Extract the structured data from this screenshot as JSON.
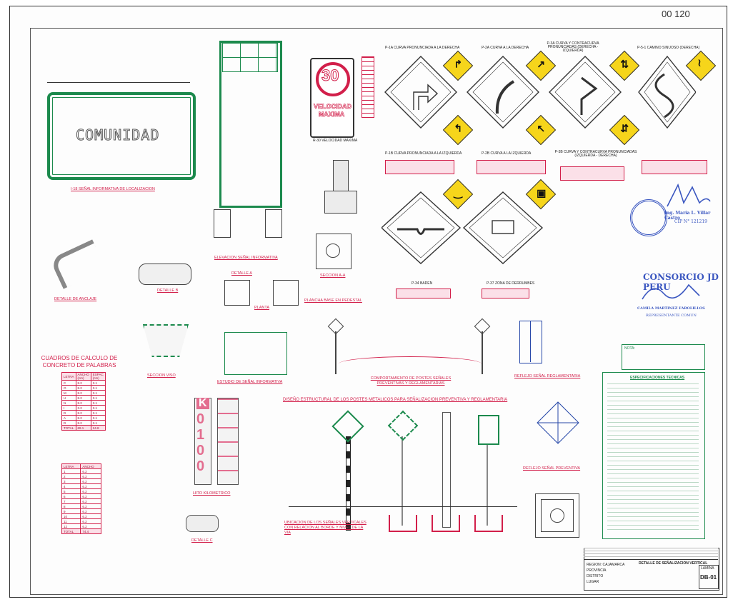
{
  "sheet": {
    "page_stamp": "00 120",
    "sheet_code": "DB-01",
    "lamina_label": "LAMINA",
    "title_block_title": "DETALLE DE SEÑALIZACION VERTICAL",
    "title_block_lines": [
      "REGION: CAJAMARCA",
      "PROVINCIA",
      "DISTRITO",
      "LUGAR"
    ]
  },
  "panels": {
    "i18_sign_text": "COMUNIDAD",
    "i18_caption": "I-18 SEÑAL INFORMATIVA DE LOCALIZACION",
    "speed_number": "30",
    "speed_word": "VELOCIDAD MAXIMA",
    "speed_caption": "R-30 VELOCIDAD MAXIMA",
    "elev_caption": "ELEVACION SEÑAL INFORMATIVA",
    "anclaje_caption": "DETALLE DE ANCLAJE",
    "detalle_b_caption": "DETALLE B",
    "planta_caption": "PLANTA",
    "detalle_a_caption": "DETALLE A",
    "plancha_caption": "PLANCHA BASE EN PEDESTAL",
    "seccion_caption": "SECCION A-A",
    "seccion_viso_caption": "SECCION VISO",
    "estudio_caption": "ESTUDIO DE SEÑAL INFORMATIVA",
    "compt_caption": "COMPORTAMIENTO DE POSTES SEÑALES PREVENTIVAS Y REGLAMENTARIAS",
    "reflejo_regl_caption": "REFLEJO SEÑAL REGLAMENTARIA",
    "reflejo_prev_caption": "REFLEJO SEÑAL PREVENTIVA",
    "diseno_caption": "DISEÑO ESTRUCTURAL DE LOS POSTES METALICOS PARA SEÑALIZACION PREVENTIVA Y REGLAMENTARIA",
    "hito_caption": "HITO KILOMETRICO",
    "hito_k": "K",
    "hito_digits": [
      "0",
      "1",
      "0",
      "0"
    ],
    "detalle_c_caption": "DETALLE C",
    "ubicacion_caption": "UBICACION DE LOS SEÑALES VERTICALES CON RELACION AL BORDE Y NIVEL DE LA VIA",
    "cuadro_title": "CUADROS DE CALCULO DE CONCRETO DE PALABRAS",
    "cuadro_headers": [
      "LETRA",
      "ANCHO (cm)",
      "ESPAC (cm)"
    ],
    "cuadro_rows": [
      [
        "C",
        "8.2",
        "3.1"
      ],
      [
        "O",
        "8.2",
        "3.1"
      ],
      [
        "M",
        "8.2",
        "3.1"
      ],
      [
        "U",
        "8.2",
        "3.1"
      ],
      [
        "N",
        "8.2",
        "3.1"
      ],
      [
        "I",
        "3.2",
        "3.1"
      ],
      [
        "D",
        "8.2",
        "3.1"
      ],
      [
        "A",
        "8.2",
        "3.1"
      ],
      [
        "D",
        "8.2",
        "3.1"
      ],
      [
        "TOTAL",
        "69.1",
        "24.8"
      ]
    ],
    "cuadro2_headers": [
      "LETRA",
      "ANCHO"
    ],
    "cuadro2_rows": [
      [
        "1",
        "6.2"
      ],
      [
        "2",
        "6.2"
      ],
      [
        "3",
        "6.2"
      ],
      [
        "4",
        "6.2"
      ],
      [
        "5",
        "6.2"
      ],
      [
        "6",
        "6.2"
      ],
      [
        "7",
        "6.2"
      ],
      [
        "8",
        "6.2"
      ],
      [
        "9",
        "6.2"
      ],
      [
        "10",
        "6.2"
      ],
      [
        "11",
        "6.2"
      ],
      [
        "12",
        "6.2"
      ],
      [
        "TOTAL",
        "74.4"
      ]
    ]
  },
  "signs": [
    {
      "code": "P-1A CURVA PRONUNCIADA A LA DERECHA",
      "glyph": "↱"
    },
    {
      "code": "P-2A CURVA A LA DERECHA",
      "glyph": "↗"
    },
    {
      "code": "P-3A CURVA Y CONTRACURVA PRONUNCIADAS (DERECHA - IZQUIERDA)",
      "glyph": "⇅"
    },
    {
      "code": "P-5-1 CAMINO SINUOSO (DERECHA)",
      "glyph": "≀"
    },
    {
      "code": "P-1B CURVA PRONUNCIADA A LA IZQUIERDA",
      "glyph": "↰"
    },
    {
      "code": "P-2B CURVA A LA IZQUIERDA",
      "glyph": "↖"
    },
    {
      "code": "P-3B CURVA Y CONTRACURVA PRONUNCIADAS (IZQUIERDA - DERECHA)",
      "glyph": "⇵"
    },
    {
      "code": "P-34 BADEN",
      "glyph": "‿"
    },
    {
      "code": "P-37 ZONA DE DERRUMBES",
      "glyph": "▣"
    }
  ],
  "stamps": {
    "stamp1_name": "Ing. Maria L. Villar Castro",
    "stamp1_reg": "CIP N° 121219",
    "stamp2_title": "CONSORCIO JD PERU",
    "stamp2_name": "CAMILA MARTINEZ FAROLILLOS",
    "stamp2_role": "REPRESENTANTE COMUN"
  },
  "notes": {
    "title": "ESPECIFICACIONES TECNICAS",
    "green_title": "NOTA:"
  },
  "colors": {
    "red": "#d21f4a",
    "blue": "#2748a8",
    "green": "#1c8a4d",
    "yellow": "#f6d51b"
  }
}
